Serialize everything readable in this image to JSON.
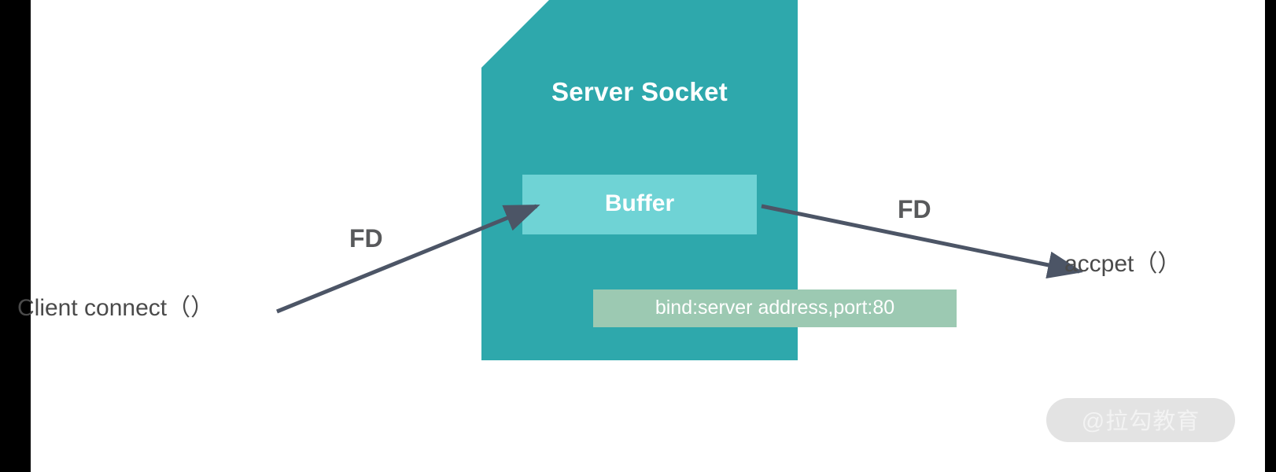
{
  "diagram": {
    "title": "Server Socket",
    "server_block": {
      "label": "Server Socket",
      "fill": "#2ea8ac"
    },
    "buffer_block": {
      "label": "Buffer",
      "fill": "#6fd3d5"
    },
    "bind_block": {
      "label": "bind:server address,port:80",
      "fill": "#9cc9b2"
    },
    "nodes": [
      {
        "id": "client",
        "label": "Client connect（）"
      },
      {
        "id": "accept",
        "label": "accpet（）"
      }
    ],
    "edges": [
      {
        "id": "client-to-buffer",
        "label": "FD",
        "from": "Client connect（）",
        "to": "Buffer"
      },
      {
        "id": "buffer-to-accept",
        "label": "FD",
        "from": "Buffer",
        "to": "accpet（）"
      }
    ],
    "edge_color": "#4c5566",
    "watermark": "@拉勾教育"
  }
}
